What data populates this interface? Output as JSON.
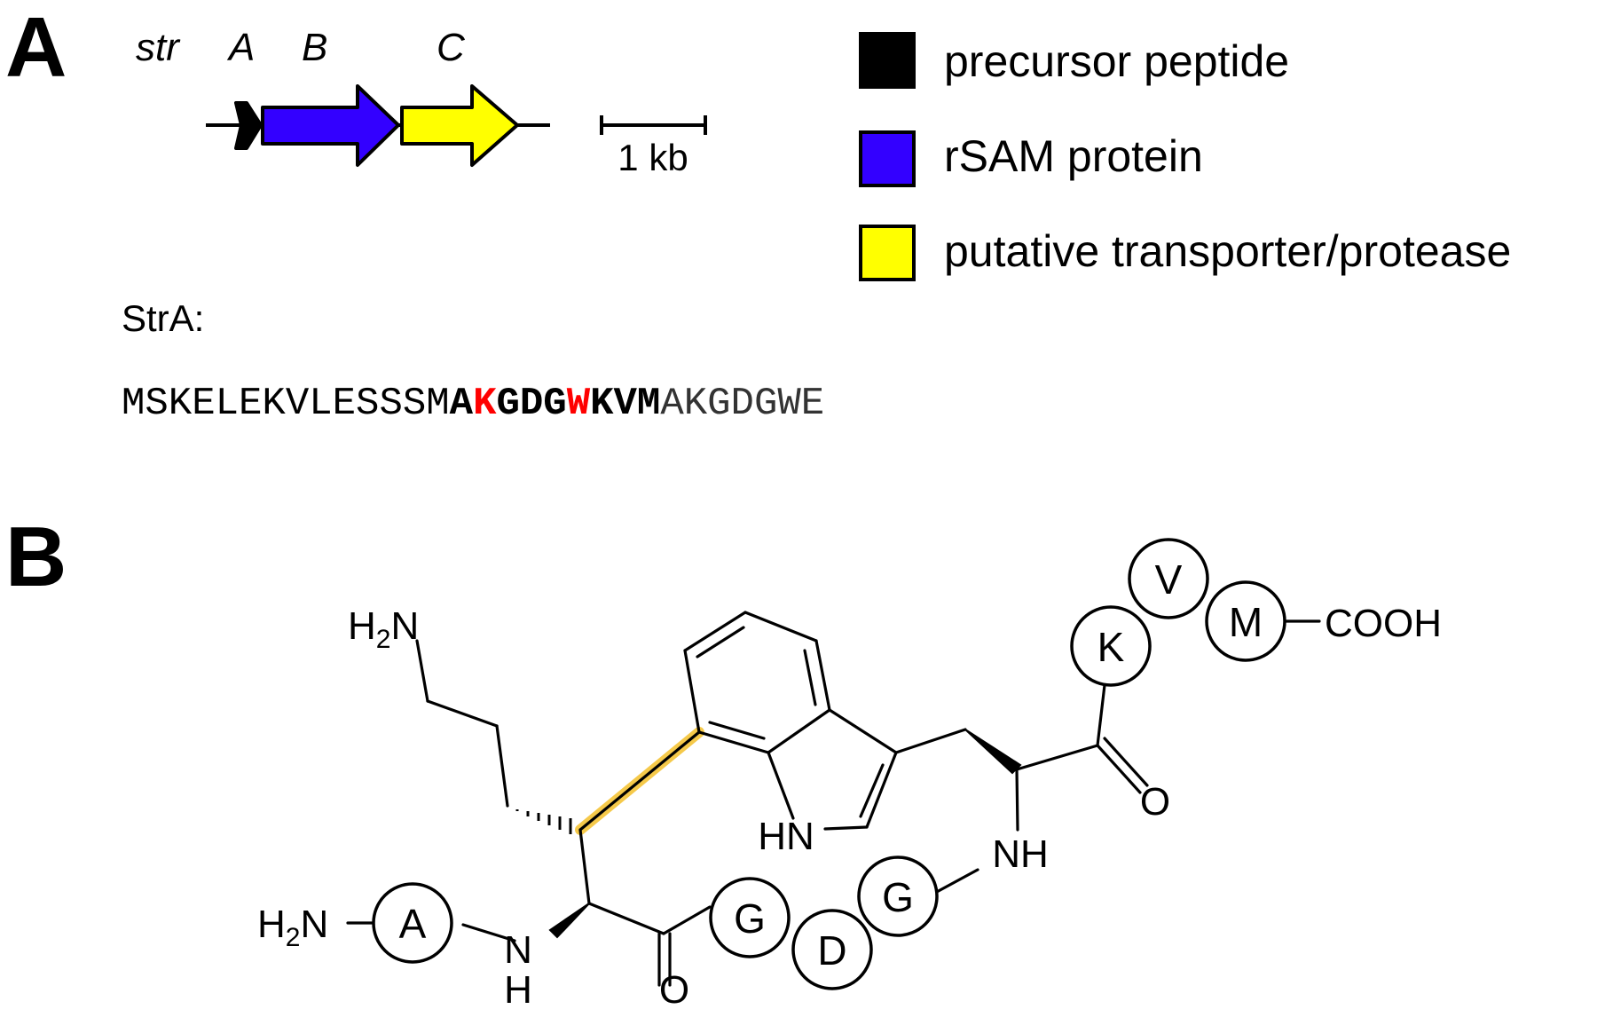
{
  "panel_a": {
    "label": "A",
    "locus": "str",
    "genes": [
      {
        "letter": "A",
        "color": "#000000"
      },
      {
        "letter": "B",
        "color": "#3300FF"
      },
      {
        "letter": "C",
        "color": "#FFFF00"
      }
    ],
    "scale_bar": "1 kb",
    "legend": [
      {
        "label": "precursor peptide",
        "color": "#000000"
      },
      {
        "label": "rSAM protein",
        "color": "#3300FF"
      },
      {
        "label": "putative transporter/protease",
        "color": "#FFFF00"
      }
    ],
    "peptide_label": "StrA:",
    "sequence": {
      "prefix": "MSKELEKVLESSSM",
      "core": [
        {
          "text": "A",
          "color": "#000000"
        },
        {
          "text": "K",
          "color": "#FF0000"
        },
        {
          "text": "GDG",
          "color": "#000000"
        },
        {
          "text": "W",
          "color": "#FF0000"
        },
        {
          "text": "KVM",
          "color": "#000000"
        }
      ],
      "suffix": "AKGDGWE"
    }
  },
  "panel_b": {
    "label": "B",
    "crosslink_color": "#F5C94A",
    "atoms": {
      "amine_top": "H2N",
      "amine_left": "H2N",
      "nh_left_top": "N",
      "nh_left_bottom": "H",
      "indole_nh": "HN",
      "nh_right": "NH",
      "carbonyl_left": "O",
      "carbonyl_right": "O",
      "terminus": "COOH"
    },
    "residues": [
      "A",
      "G",
      "D",
      "G",
      "K",
      "V",
      "M"
    ]
  }
}
